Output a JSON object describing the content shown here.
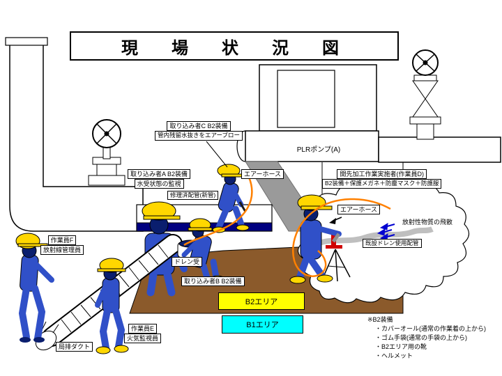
{
  "title": "現　場　状　況　図",
  "pump": {
    "label": "PLRポンプ(A)"
  },
  "callouts": {
    "intake_c": {
      "line1": "取り込み者C B2装備",
      "line2": "管内残留水抜きをエアーブロー"
    },
    "intake_a": {
      "line1": "取り込み者A B2装備",
      "line2": "水受状態の監視"
    },
    "repaired_pipe": "修理済配管(新管)",
    "air_hose_left": "エアーホース",
    "worker_d": {
      "line1": "開先加工作業実施者(作業員D)",
      "line2": "B2装備＋保護メガネ＋防塵マスク＋防護服"
    },
    "air_hose_right": "エアーホース",
    "scatter": "放射性物質の飛散",
    "existing_drain": "既設ドレン使用配管",
    "drain_receiver": "ドレン受",
    "intake_b": "取り込み者B B2装備",
    "worker_f": {
      "line1": "作業員F",
      "line2": "放射線管理員"
    },
    "worker_e": {
      "line1": "作業員E",
      "line2": "火気監視員"
    },
    "duct": "局排ダクト"
  },
  "areas": {
    "b2": "B2エリア",
    "b1": "B1エリア"
  },
  "notes": {
    "heading": "※B2装備",
    "items": [
      "・カバーオール(通常の作業着の上から)",
      "・ゴム手袋(通常の手袋の上から)",
      "・B2エリア用の靴",
      "・ヘルメット"
    ]
  },
  "colors": {
    "helmet_yellow": "#FFD700",
    "suit_blue": "#3050C8",
    "head_navy": "#0A1E6E",
    "area_b2_yellow": "#FFFF00",
    "area_b1_cyan": "#00FFFF",
    "floor_brown": "#8B5A2B",
    "hose_orange": "#FF8000",
    "pipe_band_navy": "#000080",
    "scatter_arrow_blue": "#0000D0",
    "instrument_red": "#D00000"
  }
}
